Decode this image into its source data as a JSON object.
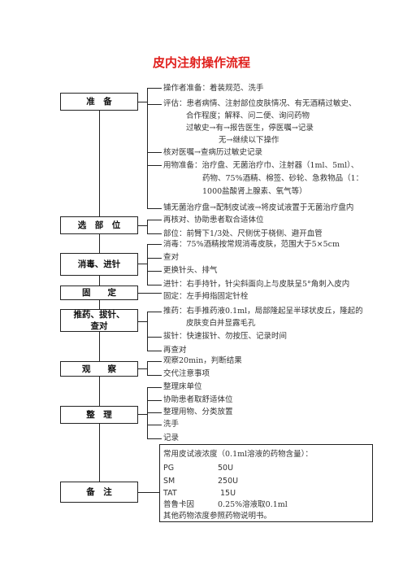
{
  "title": "皮内注射操作流程",
  "steps": [
    {
      "label": "准　备",
      "lines": [
        "操作者准备：着装规范、洗手",
        "评估：患者病情、注射部位皮肤情况、有无酒精过敏史、",
        "合作程度；解释、问二便、询问药物",
        "过敏史→有→报告医生，停医嘱→记录",
        "无→继续以下操作",
        "核对医嘱→查病历过敏史记录",
        "用物准备：治疗盘、无菌治疗巾、注射器（1ml、5ml）、",
        "药物、75%酒精、棉签、砂轮、急救物品（1：",
        "1000盐酸肾上腺素、氧气等）",
        "铺无菌治疗盘→配制皮试液→将皮试液置于无菌治疗盘内"
      ]
    },
    {
      "label": "选　部　位",
      "lines": [
        "再核对、协助患者取合适体位",
        "部位：前臂下1/3处、尺侧优于桡侧、避开血管"
      ]
    },
    {
      "label": "消毒、进针",
      "lines": [
        "消毒：75%酒精按常规消毒皮肤，范围大于5×5cm",
        "查对",
        "更换针头、排气",
        "进针：右手持针，针尖斜面向上与皮肤呈5°角刺入皮内"
      ]
    },
    {
      "label": "固　　定",
      "lines": [
        "固定：左手拇指固定针栓"
      ]
    },
    {
      "label": "推药、拔针、查对",
      "lines": [
        "推药：右手推药液0.1ml，局部隆起呈半球状皮丘，隆起的",
        "皮肤变白并显露毛孔",
        "拔针：快速拔针、勿按压、记录时间",
        "再查对"
      ]
    },
    {
      "label": "观　　察",
      "lines": [
        "观察20min，判断结果",
        "交代注意事项"
      ]
    },
    {
      "label": "整　理",
      "lines": [
        "整理床单位",
        "协助患者取舒适体位",
        "整理用物、分类放置",
        "洗手",
        "记录"
      ]
    }
  ],
  "notes": {
    "label": "备　注",
    "heading": "常用皮试液浓度（0.1ml溶液的药物含量）：",
    "drugs": [
      {
        "name": "PG",
        "value": "50U"
      },
      {
        "name": "SM",
        "value": "250U"
      },
      {
        "name": "TAT",
        "value": "15U"
      },
      {
        "name": "普鲁卡因",
        "value": "0.25%溶液取0.1ml"
      }
    ],
    "footer": "其他药物浓度参照药物说明书。"
  }
}
